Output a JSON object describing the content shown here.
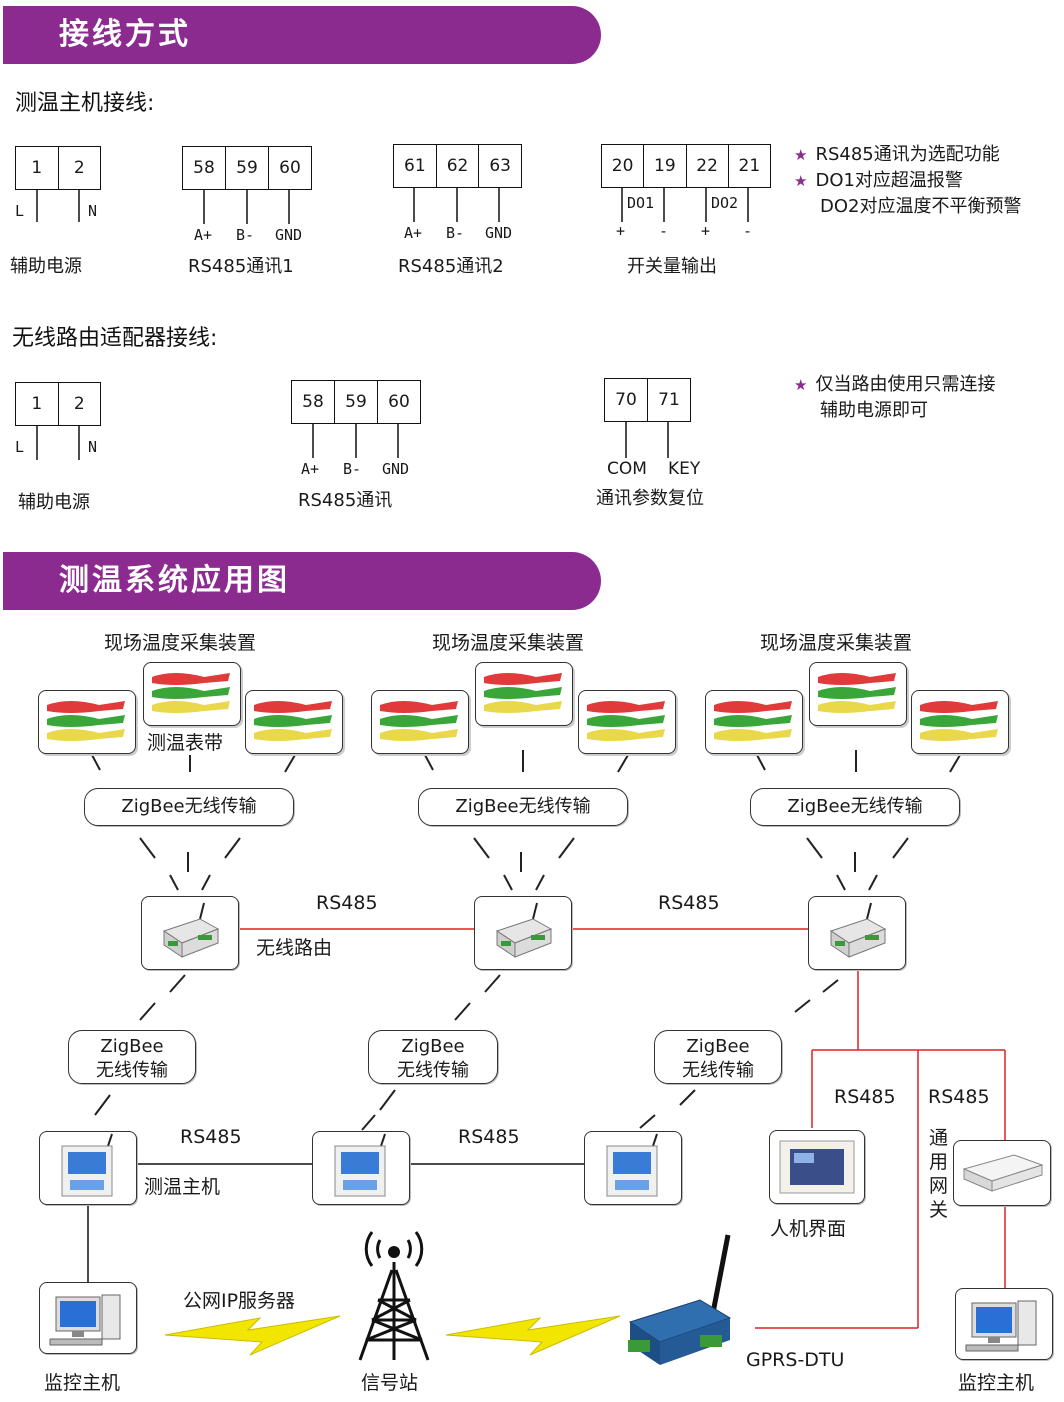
{
  "section1": {
    "title": "接线方式"
  },
  "host": {
    "heading": "测温主机接线:",
    "aux_power": {
      "terminals": [
        "1",
        "2"
      ],
      "pins": [
        "L",
        "N"
      ],
      "label": "辅助电源"
    },
    "rs485_1": {
      "terminals": [
        "58",
        "59",
        "60"
      ],
      "pins": [
        "A+",
        "B-",
        "GND"
      ],
      "label": "RS485通讯1"
    },
    "rs485_2": {
      "terminals": [
        "61",
        "62",
        "63"
      ],
      "pins": [
        "A+",
        "B-",
        "GND"
      ],
      "label": "RS485通讯2"
    },
    "switch_out": {
      "terminals": [
        "20",
        "19",
        "22",
        "21"
      ],
      "groups": [
        "DO1",
        "DO2"
      ],
      "pins": [
        "+",
        "-",
        "+",
        "-"
      ],
      "label": "开关量输出"
    },
    "notes": [
      "RS485通讯为选配功能",
      "DO1对应超温报警",
      "DO2对应温度不平衡预警"
    ]
  },
  "router": {
    "heading": "无线路由适配器接线:",
    "aux_power": {
      "terminals": [
        "1",
        "2"
      ],
      "pins": [
        "L",
        "N"
      ],
      "label": "辅助电源"
    },
    "rs485": {
      "terminals": [
        "58",
        "59",
        "60"
      ],
      "pins": [
        "A+",
        "B-",
        "GND"
      ],
      "label": "RS485通讯"
    },
    "reset": {
      "terminals": [
        "70",
        "71"
      ],
      "pins": [
        "COM",
        "KEY"
      ],
      "label": "通讯参数复位"
    },
    "notes": [
      "仅当路由使用只需连接",
      "辅助电源即可"
    ]
  },
  "section2": {
    "title": "测温系统应用图"
  },
  "diagram": {
    "field_device_label": "现场温度采集装置",
    "temp_band_label": "测温表带",
    "zigbee_label": "ZigBee无线传输",
    "zigbee_split": [
      "ZigBee",
      "无线传输"
    ],
    "rs485_label": "RS485",
    "router_label": "无线路由",
    "host_label": "测温主机",
    "hmi_label": "人机界面",
    "gateway_label": "通用网关",
    "monitor_label": "监控主机",
    "public_ip_label": "公网IP服务器",
    "tower_label": "信号站",
    "gprs_label": "GPRS-DTU",
    "colors": {
      "banner": "#8b2a8f",
      "rs485_line": "#e02020",
      "lightning": "#f2e600"
    }
  }
}
